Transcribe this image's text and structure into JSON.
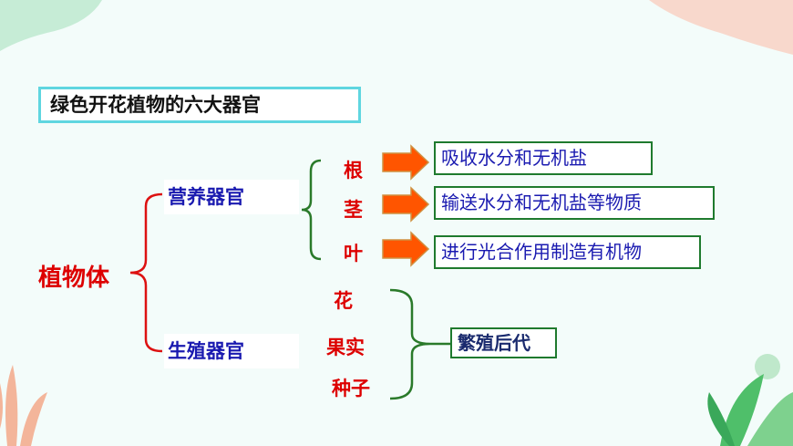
{
  "title": "绿色开花植物的六大器官",
  "root": "植物体",
  "groups": [
    {
      "name": "营养器官",
      "organs": [
        {
          "name": "根",
          "function": "吸收水分和无机盐"
        },
        {
          "name": "茎",
          "function": "输送水分和无机盐等物质"
        },
        {
          "name": "叶",
          "function": "进行光合作用制造有机物"
        }
      ]
    },
    {
      "name": "生殖器官",
      "organs": [
        {
          "name": "花"
        },
        {
          "name": "果实"
        },
        {
          "name": "种子"
        }
      ],
      "function": "繁殖后代"
    }
  ],
  "colors": {
    "root_text": "#dd0000",
    "group_text": "#1a1ab0",
    "organ_text": "#dd0000",
    "brace_red": "#dd1111",
    "brace_green": "#2a7a2a",
    "box_border": "#1f7a2e",
    "arrow_fill": "#ff5500",
    "arrow_stroke": "#d09040",
    "title_border": "#5fd6e0",
    "background": "#f3fcfa"
  }
}
